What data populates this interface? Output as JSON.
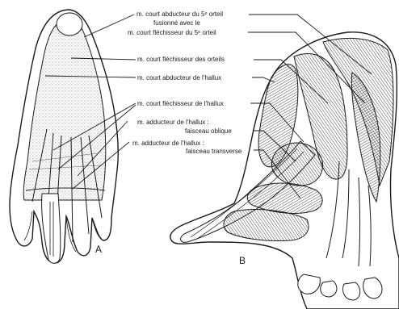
{
  "labels": {
    "abd5_l1": "m. court abducteur du 5ᵉ orteil",
    "abd5_l2": "fusionné avec le",
    "flex5": "m. court fléchisseur du 5ᵉ orteil",
    "flex_orteils": "m. court fléchisseur des orteils",
    "abd_hallux": "m. court abducteur de l'hallux",
    "flex_hallux": "m. court fléchisseur de l'hallux",
    "add_obl_l1": "m. adducteur de l'hallux :",
    "add_obl_l2": "faisceau oblique",
    "add_tr_l1": "m. adducteur de l'hallux :",
    "add_tr_l2": "faisceau transverse"
  },
  "panels": {
    "a": "A",
    "b": "B"
  },
  "colors": {
    "ink": "#1a1a1a",
    "fill": "#ffffff",
    "hatch": "#4a4a4a"
  }
}
